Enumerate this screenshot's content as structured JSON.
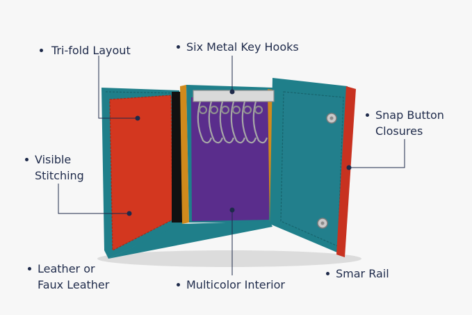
{
  "labels": {
    "trifold": "Tri-fold Layout",
    "key_hooks": "Six Metal Key Hooks",
    "snap_line1": "Snap Button",
    "snap_line2": "Closures",
    "stitching_line1": "Visible",
    "stitching_line2": "Stitching",
    "leather_line1": "Leather or",
    "leather_line2": "Faux Leather",
    "interior": "Multicolor Interior",
    "rail": "Smar Rail"
  },
  "colors": {
    "background": "#f7f7f7",
    "text": "#1e2a4a",
    "teal": "#1f7f8a",
    "red": "#d3371f",
    "purple": "#5a2d8c",
    "orange": "#d08a1c"
  }
}
